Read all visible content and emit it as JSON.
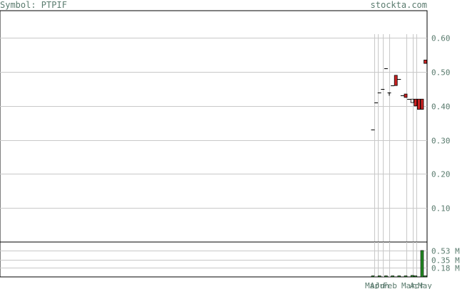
{
  "header": {
    "symbol_label": "Symbol: PTPIF",
    "site": "stockta.com"
  },
  "colors": {
    "grid": "#c8c8c8",
    "frame": "#000000",
    "text": "#5a7b6e",
    "down_candle": "#cc2222",
    "volume_bar": "#228822"
  },
  "chart_data": [
    {
      "type": "candlestick",
      "title": "",
      "y_ticks": [
        "0.60",
        "0.50",
        "0.40",
        "0.30",
        "0.20",
        "0.10"
      ],
      "ylim": [
        0.0,
        0.68
      ],
      "x_labels": [
        "Mar",
        "Apr",
        "Jun",
        "Feb",
        "Mar",
        "Apr",
        "May"
      ],
      "grid": true,
      "candles": [
        {
          "slot": 0,
          "open": 0.33,
          "close": 0.33,
          "high": 0.33,
          "low": 0.33
        },
        {
          "slot": 1,
          "open": 0.41,
          "close": 0.41,
          "high": 0.41,
          "low": 0.41
        },
        {
          "slot": 2,
          "open": 0.44,
          "close": 0.44,
          "high": 0.44,
          "low": 0.44
        },
        {
          "slot": 3,
          "open": 0.45,
          "close": 0.45,
          "high": 0.45,
          "low": 0.45
        },
        {
          "slot": 4,
          "open": 0.51,
          "close": 0.51,
          "high": 0.51,
          "low": 0.51
        },
        {
          "slot": 5,
          "open": 0.44,
          "close": 0.44,
          "high": 0.44,
          "low": 0.43
        },
        {
          "slot": 6,
          "open": 0.46,
          "close": 0.46,
          "high": 0.46,
          "low": 0.46
        },
        {
          "slot": 7,
          "open": 0.49,
          "close": 0.46,
          "high": 0.49,
          "low": 0.46
        },
        {
          "slot": 8,
          "open": 0.48,
          "close": 0.48,
          "high": 0.48,
          "low": 0.48
        },
        {
          "slot": 9,
          "open": 0.43,
          "close": 0.43,
          "high": 0.43,
          "low": 0.43
        },
        {
          "slot": 10,
          "open": 0.435,
          "close": 0.425,
          "high": 0.435,
          "low": 0.425
        },
        {
          "slot": 11,
          "open": 0.42,
          "close": 0.42,
          "high": 0.42,
          "low": 0.42
        },
        {
          "slot": 12,
          "open": 0.41,
          "close": 0.42,
          "high": 0.42,
          "low": 0.41
        },
        {
          "slot": 13,
          "open": 0.42,
          "close": 0.4,
          "high": 0.42,
          "low": 0.4
        },
        {
          "slot": 14,
          "open": 0.42,
          "close": 0.39,
          "high": 0.42,
          "low": 0.39
        },
        {
          "slot": 15,
          "open": 0.42,
          "close": 0.39,
          "high": 0.42,
          "low": 0.39
        },
        {
          "slot": 16,
          "open": 0.535,
          "close": 0.525,
          "high": 0.535,
          "low": 0.525
        }
      ]
    },
    {
      "type": "bar",
      "title": "",
      "y_ticks": [
        "0.53 M",
        "0.35 M",
        "0.18 M"
      ],
      "ylim": [
        0,
        0.7
      ],
      "unit": "M",
      "grid": true,
      "volumes": [
        {
          "slot": 0,
          "value": 0.0
        },
        {
          "slot": 2,
          "value": 0.0
        },
        {
          "slot": 4,
          "value": 0.0
        },
        {
          "slot": 6,
          "value": 0.0
        },
        {
          "slot": 8,
          "value": 0.0
        },
        {
          "slot": 10,
          "value": 0.01
        },
        {
          "slot": 12,
          "value": 0.03
        },
        {
          "slot": 13,
          "value": 0.02
        },
        {
          "slot": 15,
          "value": 0.53
        },
        {
          "slot": 16,
          "value": 0.02
        }
      ]
    }
  ]
}
